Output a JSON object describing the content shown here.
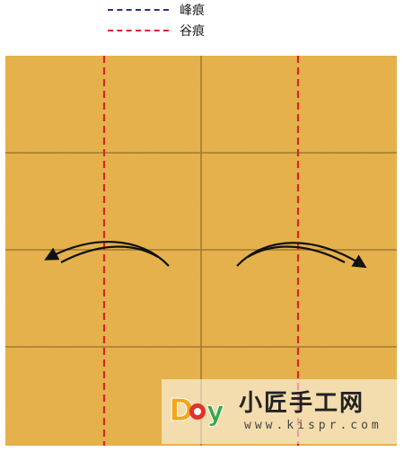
{
  "legend": {
    "mountain_fold_label": "峰痕",
    "valley_fold_label": "谷痕"
  },
  "colors": {
    "paper": "#e8b24a",
    "grid_line": "#8a6a2a",
    "valley_fold": "#d8262c",
    "mountain_fold": "#2b2f8f",
    "arrow": "#111111"
  },
  "watermark": {
    "brand": "小匠手工网",
    "url": "www.kispr.com",
    "logo_text": "Diy"
  }
}
